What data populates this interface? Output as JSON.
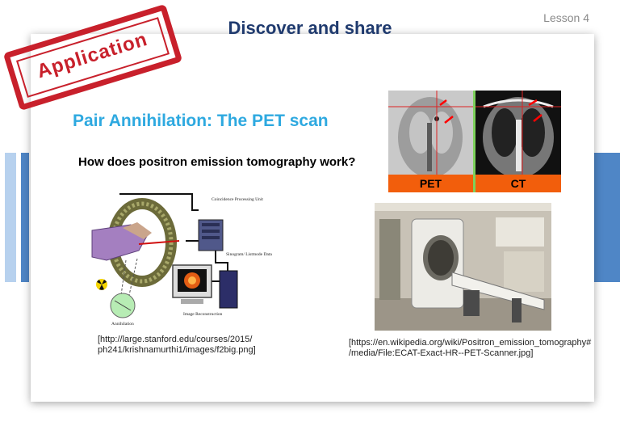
{
  "header": {
    "title": "Discover and share",
    "lesson": "Lesson 4"
  },
  "stamp": {
    "label": "Application"
  },
  "slide": {
    "heading": "Pair Annihilation: The PET scan",
    "question": "How does positron emission tomography work?",
    "diagram": {
      "labels": {
        "coincidence_unit": "Coincidence Processing Unit",
        "sinogram": "Sinogram/ Listmode Data",
        "annihilation": "Annihilation",
        "image_reconstruction": "Image Reconstruction"
      }
    },
    "caption_left": "[http://large.stanford.edu/courses/2015/ ph241/krishnamurthi1/images/f2big.png]",
    "pet_ct": {
      "left_label": "PET",
      "right_label": "CT"
    },
    "caption_right": "[https://en.wikipedia.org/wiki/Positron_emission_tomography# /media/File:ECAT-Exact-HR--PET-Scanner.jpg]"
  },
  "colors": {
    "title": "#1f3a6e",
    "heading": "#2ea9e0",
    "stamp": "#c8202b",
    "side_bar_dark": "#4f86c6",
    "side_bar_light": "#b7d1ee",
    "label_band": "#f25e0c"
  }
}
